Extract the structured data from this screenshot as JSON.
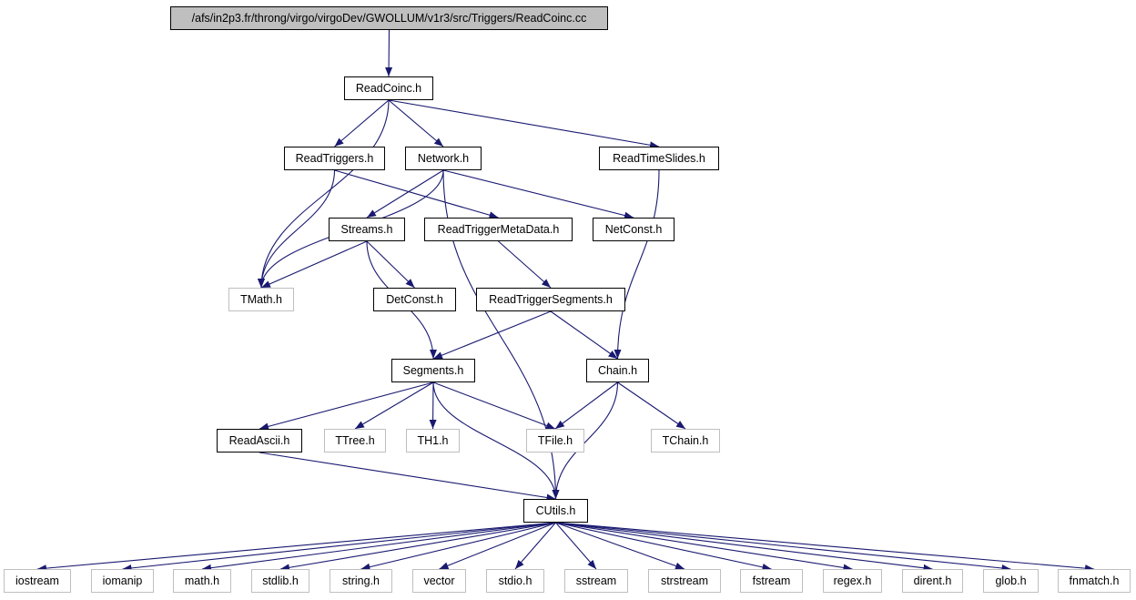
{
  "colors": {
    "edge": "#191970",
    "box_border": "#000000",
    "ext_border": "#bfbfbf",
    "root_fill": "#bfbfbf"
  },
  "nodes": {
    "root": "/afs/in2p3.fr/throng/virgo/virgoDev/GWOLLUM/v1r3/src/Triggers/ReadCoinc.cc",
    "readcoinc": "ReadCoinc.h",
    "readtriggers": "ReadTriggers.h",
    "network": "Network.h",
    "readtimeslides": "ReadTimeSlides.h",
    "streams": "Streams.h",
    "readtriggermetadata": "ReadTriggerMetaData.h",
    "netconst": "NetConst.h",
    "tmath": "TMath.h",
    "detconst": "DetConst.h",
    "readtriggersegments": "ReadTriggerSegments.h",
    "segments": "Segments.h",
    "chain": "Chain.h",
    "readascii": "ReadAscii.h",
    "ttree": "TTree.h",
    "th1": "TH1.h",
    "tfile": "TFile.h",
    "tchain": "TChain.h",
    "cutils": "CUtils.h",
    "iostream": "iostream",
    "iomanip": "iomanip",
    "math": "math.h",
    "stdlib": "stdlib.h",
    "string": "string.h",
    "vector": "vector",
    "stdio": "stdio.h",
    "sstream": "sstream",
    "strstream": "strstream",
    "fstream": "fstream",
    "regex": "regex.h",
    "dirent": "dirent.h",
    "glob": "glob.h",
    "fnmatch": "fnmatch.h"
  },
  "edges": [
    [
      "root",
      "readcoinc"
    ],
    [
      "readcoinc",
      "readtriggers"
    ],
    [
      "readcoinc",
      "network"
    ],
    [
      "readcoinc",
      "readtimeslides"
    ],
    [
      "readcoinc",
      "tmath"
    ],
    [
      "readtriggers",
      "tmath"
    ],
    [
      "readtriggers",
      "readtriggermetadata"
    ],
    [
      "network",
      "streams"
    ],
    [
      "network",
      "netconst"
    ],
    [
      "network",
      "tmath"
    ],
    [
      "network",
      "cutils"
    ],
    [
      "readtimeslides",
      "chain"
    ],
    [
      "streams",
      "tmath"
    ],
    [
      "streams",
      "detconst"
    ],
    [
      "streams",
      "segments"
    ],
    [
      "readtriggermetadata",
      "readtriggersegments"
    ],
    [
      "readtriggersegments",
      "segments"
    ],
    [
      "readtriggersegments",
      "chain"
    ],
    [
      "segments",
      "readascii"
    ],
    [
      "segments",
      "ttree"
    ],
    [
      "segments",
      "th1"
    ],
    [
      "segments",
      "tfile"
    ],
    [
      "segments",
      "cutils"
    ],
    [
      "chain",
      "tfile"
    ],
    [
      "chain",
      "tchain"
    ],
    [
      "chain",
      "cutils"
    ],
    [
      "readascii",
      "cutils"
    ],
    [
      "cutils",
      "iostream"
    ],
    [
      "cutils",
      "iomanip"
    ],
    [
      "cutils",
      "math"
    ],
    [
      "cutils",
      "stdlib"
    ],
    [
      "cutils",
      "string"
    ],
    [
      "cutils",
      "vector"
    ],
    [
      "cutils",
      "stdio"
    ],
    [
      "cutils",
      "sstream"
    ],
    [
      "cutils",
      "strstream"
    ],
    [
      "cutils",
      "fstream"
    ],
    [
      "cutils",
      "regex"
    ],
    [
      "cutils",
      "dirent"
    ],
    [
      "cutils",
      "glob"
    ],
    [
      "cutils",
      "fnmatch"
    ]
  ]
}
